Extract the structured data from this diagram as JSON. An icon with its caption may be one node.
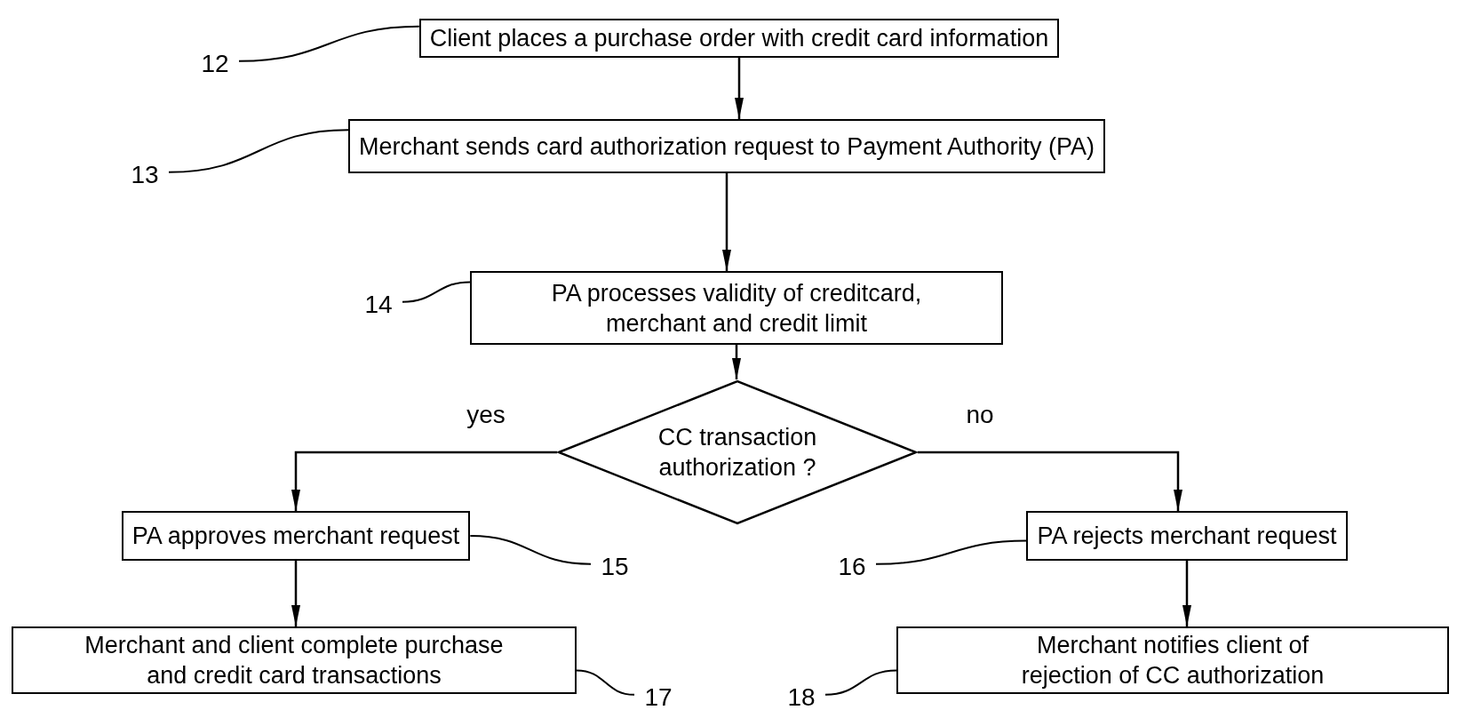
{
  "diagram": {
    "nodes": [
      {
        "text": [
          "Client places a purchase order with credit card information"
        ]
      },
      {
        "text": [
          "12"
        ]
      },
      {
        "text": [
          "Merchant sends card authorization request to Payment Authority (PA)"
        ]
      },
      {
        "text": [
          "13"
        ]
      },
      {
        "text": [
          "PA processes validity of creditcard, merchant and credit limit"
        ]
      },
      {
        "text": [
          "14"
        ]
      },
      {
        "text": [
          "CC transaction authorization ?"
        ]
      },
      {
        "text": [
          "PA approves merchant request"
        ]
      },
      {
        "text": [
          "15"
        ]
      },
      {
        "text": [
          "PA rejects merchant request"
        ]
      },
      {
        "text": [
          "16"
        ]
      },
      {
        "text": [
          "Merchant and client complete purchase and credit card transactions"
        ]
      },
      {
        "text": [
          "17"
        ]
      },
      {
        "text": [
          "Merchant notifies client of rejection of CC authorization"
        ]
      },
      {
        "text": [
          "18"
        ]
      }
    ],
    "edges": [
      {
        "from": 0,
        "to": 2,
        "arrow": "to"
      },
      {
        "from": 2,
        "to": 4,
        "arrow": "to"
      },
      {
        "from": 4,
        "to": 6,
        "arrow": "to"
      },
      {
        "from": 6,
        "to": 7,
        "arrow": "to",
        "label": "yes"
      },
      {
        "from": 6,
        "to": 9,
        "arrow": "to",
        "label": "no"
      },
      {
        "from": 7,
        "to": 11,
        "arrow": "to"
      },
      {
        "from": 9,
        "to": 13,
        "arrow": "to"
      },
      {
        "from": 1,
        "to": 0,
        "arrow": "none"
      },
      {
        "from": 3,
        "to": 2,
        "arrow": "none"
      },
      {
        "from": 5,
        "to": 4,
        "arrow": "none"
      },
      {
        "from": 8,
        "to": 7,
        "arrow": "none"
      },
      {
        "from": 10,
        "to": 9,
        "arrow": "none"
      },
      {
        "from": 12,
        "to": 11,
        "arrow": "none"
      },
      {
        "from": 14,
        "to": 13,
        "arrow": "none"
      }
    ]
  }
}
